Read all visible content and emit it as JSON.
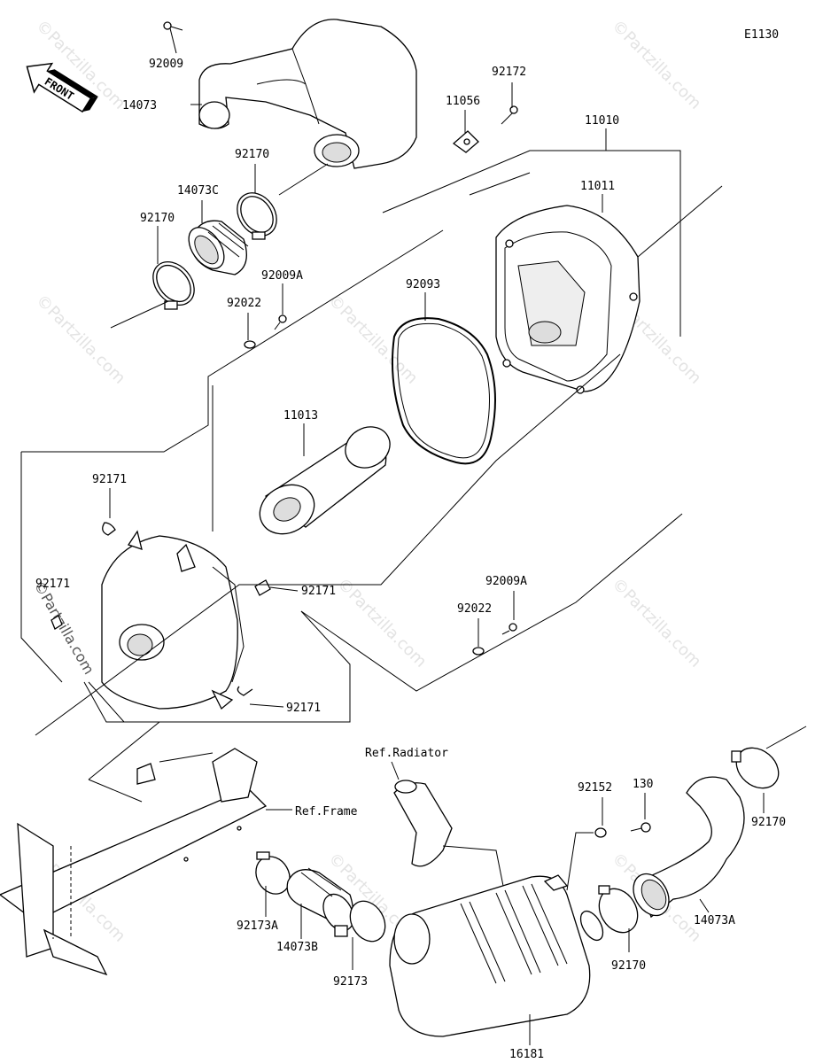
{
  "diagram_code": "E1130",
  "front_label": "FRONT",
  "watermark": "©Partzilla.com",
  "refs": {
    "radiator": "Ref.Radiator",
    "frame": "Ref.Frame"
  },
  "labels": {
    "p92009": "92009",
    "p14073": "14073",
    "p92172": "92172",
    "p11056": "11056",
    "p11010": "11010",
    "p92170_a": "92170",
    "p14073C": "14073C",
    "p11011": "11011",
    "p92170_b": "92170",
    "p92009A_a": "92009A",
    "p92093": "92093",
    "p92022_a": "92022",
    "p11013": "11013",
    "p92171_a": "92171",
    "p92171_b": "92171",
    "p92171_c": "92171",
    "p92009A_b": "92009A",
    "p92022_b": "92022",
    "p92171_d": "92171",
    "p92152": "92152",
    "p130": "130",
    "p92170_c": "92170",
    "p92173A": "92173A",
    "p14073B": "14073B",
    "p14073A": "14073A",
    "p92173": "92173",
    "p92170_d": "92170",
    "p16181": "16181"
  }
}
